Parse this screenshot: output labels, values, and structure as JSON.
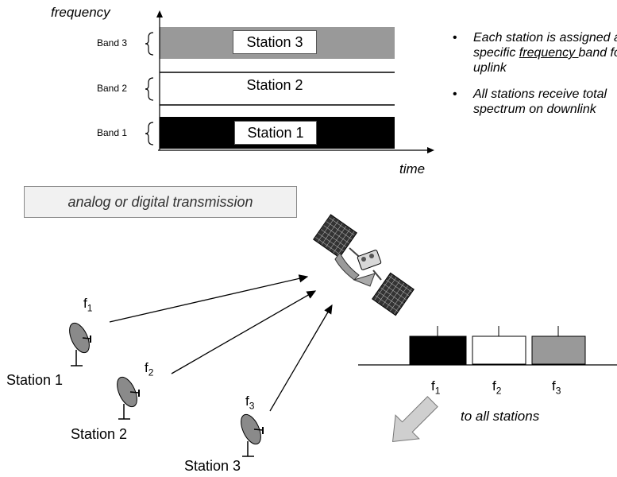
{
  "axis": {
    "y_label": "frequency",
    "x_label": "time"
  },
  "bands": [
    {
      "label": "Band 3",
      "station": "Station 3",
      "fill": "#999999"
    },
    {
      "label": "Band 2",
      "station": "Station 2",
      "fill": "#ffffff"
    },
    {
      "label": "Band 1",
      "station": "Station 1",
      "fill": "#000000"
    }
  ],
  "bullets": {
    "b1_pre": "Each station is assigned a specific ",
    "b1_underlined": "frequency ",
    "b1_post": "band for uplink",
    "b2": "All stations receive total spectrum on downlink"
  },
  "transmission_label": "analog or digital transmission",
  "ground_stations": [
    {
      "label": "Station 1",
      "freq": "f",
      "sub": "1"
    },
    {
      "label": "Station 2",
      "freq": "f",
      "sub": "2"
    },
    {
      "label": "Station 3",
      "freq": "f",
      "sub": "3"
    }
  ],
  "downlink": {
    "freqs": [
      {
        "f": "f",
        "sub": "1",
        "fill": "#000000"
      },
      {
        "f": "f",
        "sub": "2",
        "fill": "#ffffff"
      },
      {
        "f": "f",
        "sub": "3",
        "fill": "#999999"
      }
    ],
    "caption": "to all stations"
  }
}
